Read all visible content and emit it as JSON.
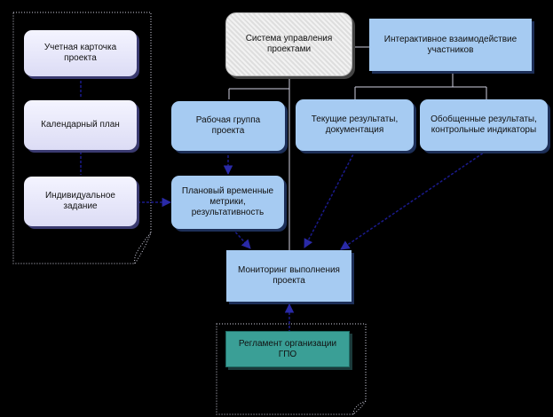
{
  "nodes": {
    "card": "Учетная карточка\nпроекта",
    "calendar": "Календарный план",
    "individual": "Индивидуальное\nзадание",
    "pms": "Система управления\nпроектами",
    "interactive": "Интерактивное взаимодействие\nучастников",
    "workgroup": "Рабочая группа\nпроекта",
    "current": "Текущие результаты,\nдокументация",
    "summary": "Обобщенные результаты,\nконтрольные индикаторы",
    "planned": "Плановый временные\nметрики,\nрезультативность",
    "monitoring": "Мониторинг выполнения\nпроекта",
    "regulation": "Регламент организации\nГПО"
  },
  "colors": {
    "background": "#000000",
    "lavender_node": "#e8e8fa",
    "blue_node": "#a6cbf2",
    "teal_node": "#3a9f96",
    "connector": "#1a1a8c",
    "line": "#cfcfe0"
  }
}
